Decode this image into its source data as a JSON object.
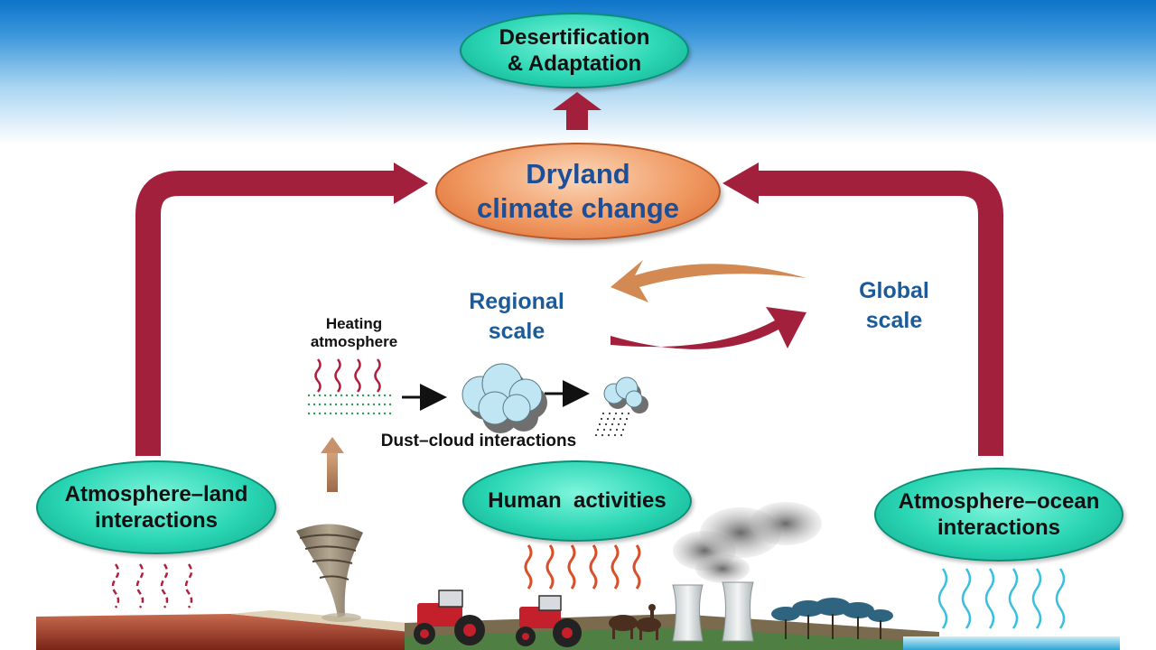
{
  "top": {
    "desertification_line1": "Desertification",
    "desertification_line2": "& Adaptation"
  },
  "center": {
    "line1": "Dryland",
    "line2": "climate change"
  },
  "scales": {
    "regional_line1": "Regional",
    "regional_line2": "scale",
    "global_line1": "Global",
    "global_line2": "scale"
  },
  "drivers": {
    "land_line1": "Atmosphere–land",
    "land_line2": "interactions",
    "human": "Human  activities",
    "ocean_line1": "Atmosphere–ocean",
    "ocean_line2": "interactions"
  },
  "dust": {
    "heating_line1": "Heating",
    "heating_line2": "atmosphere",
    "interactions": "Dust–cloud interactions"
  },
  "colors": {
    "arrow_main": "#a3203d",
    "arrow_orange": "#d28a52",
    "teal": "#2ad6b4",
    "orange": "#f09a63",
    "scale_text": "#1c5b9a",
    "center_text": "#1c4f98"
  }
}
